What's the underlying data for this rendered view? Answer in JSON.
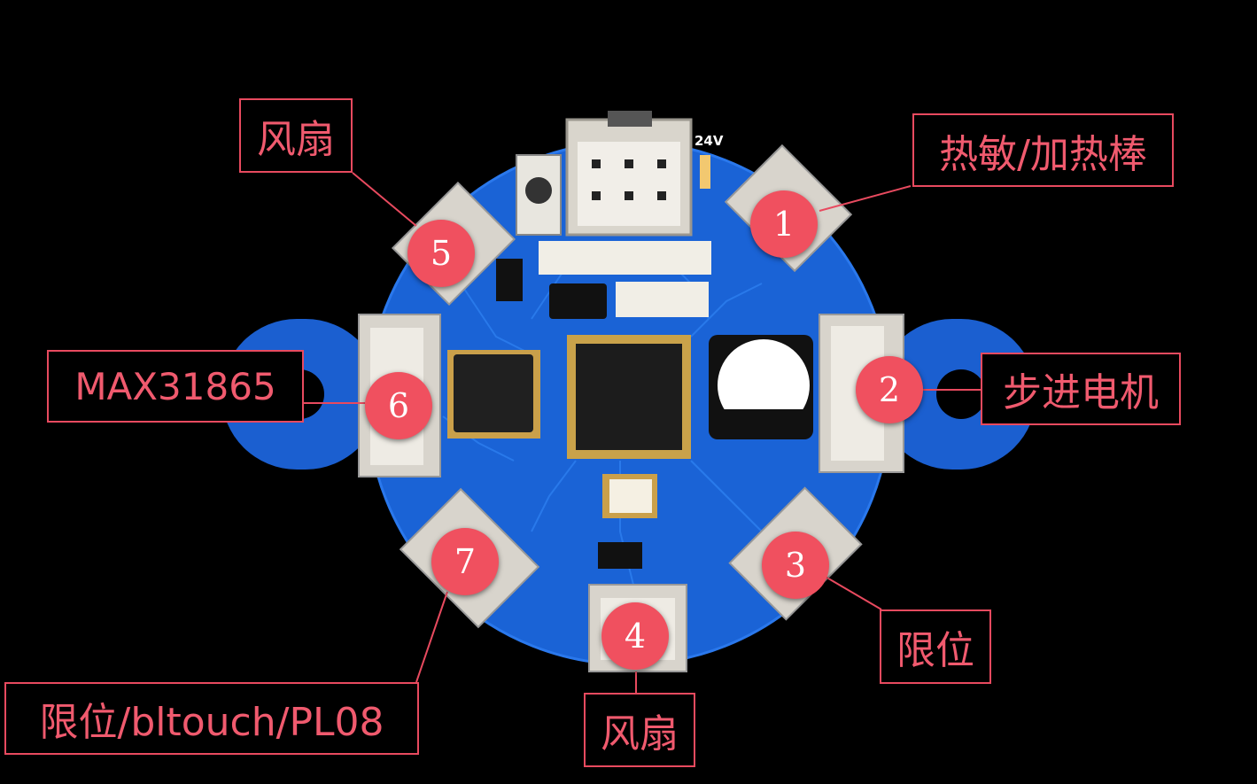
{
  "silkscreen": {
    "voltage": "24V"
  },
  "callouts": [
    {
      "number": "1",
      "label": "热敏/加热棒"
    },
    {
      "number": "2",
      "label": "步进电机"
    },
    {
      "number": "3",
      "label": "限位"
    },
    {
      "number": "4",
      "label": "风扇"
    },
    {
      "number": "5",
      "label": "风扇"
    },
    {
      "number": "6",
      "label": "MAX31865"
    },
    {
      "number": "7",
      "label": "限位/bltouch/PL08"
    }
  ],
  "colors": {
    "accent": "#e84a5f",
    "badge": "#f0505f",
    "pcb": "#1a63d6",
    "background": "#000000"
  }
}
